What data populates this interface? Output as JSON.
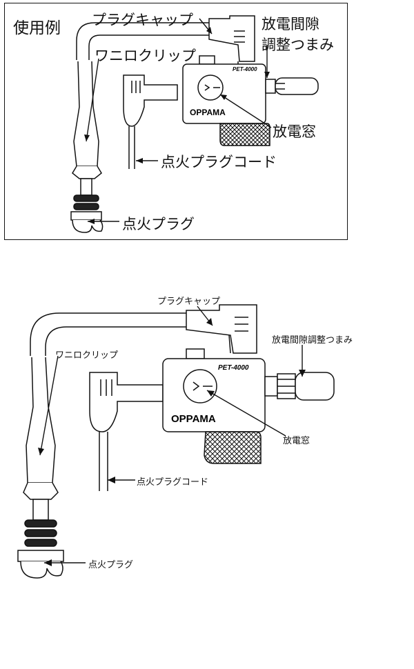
{
  "usage_example": {
    "title": "使用例",
    "labels": {
      "plug_cap": "プラグキャップ",
      "gap_knob_line1": "放電間隙",
      "gap_knob_line2": "調整つまみ",
      "alligator_clip": "ワニロクリップ",
      "discharge_window": "放電窓",
      "plug_cord": "点火プラグコード",
      "spark_plug": "点火プラグ"
    }
  },
  "diagram": {
    "labels": {
      "plug_cap": "プラグキャップ",
      "gap_knob": "放電間隙調整つまみ",
      "alligator_clip": "ワニロクリップ",
      "discharge_window": "放電窓",
      "plug_cord": "点火プラグコード",
      "spark_plug": "点火プラグ"
    }
  },
  "device": {
    "model": "PET-4000",
    "brand": "OPPAMA"
  }
}
